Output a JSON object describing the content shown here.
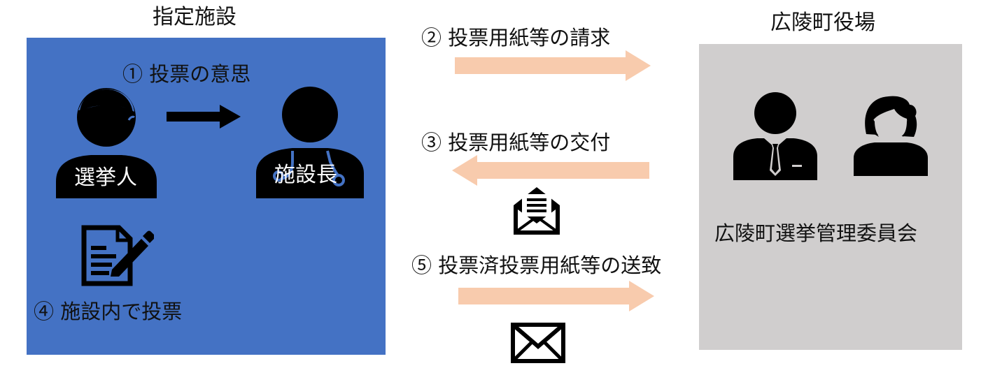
{
  "facility": {
    "title": "指定施設",
    "color": "#4472c4",
    "step1_label": "①  投票の意思",
    "voter_label": "選挙人",
    "director_label": "施設長",
    "step4_label": "④  施設内で投票"
  },
  "office": {
    "title": "広陵町役場",
    "color": "#d0cece",
    "committee_label": "広陵町選挙管理委員会"
  },
  "flows": {
    "arrow_color": "#f8cbad",
    "step2_label": "②  投票用紙等の請求",
    "step3_label": "③  投票用紙等の交付",
    "step5_label": "⑤  投票済投票用紙等の送致"
  },
  "icons": {
    "voter": "person-icon",
    "director": "doctor-icon",
    "document": "document-pen-icon",
    "open_envelope": "open-envelope-icon",
    "closed_envelope": "envelope-icon",
    "man": "businessman-icon",
    "woman": "woman-icon"
  }
}
